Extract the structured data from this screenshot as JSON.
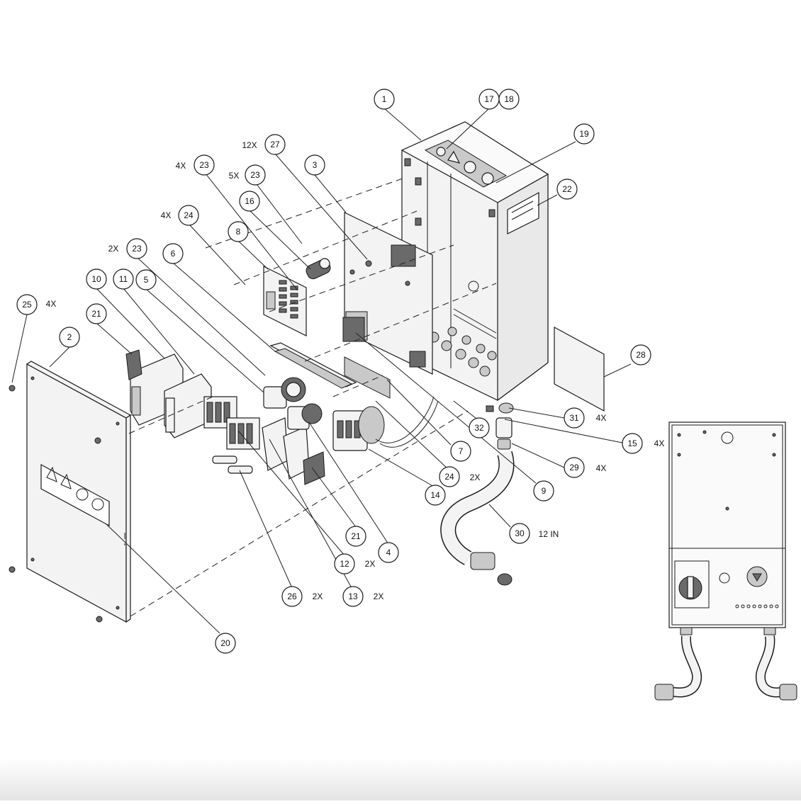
{
  "bubbles": [
    {
      "id": "b1",
      "label": "1"
    },
    {
      "id": "b17",
      "label": "17"
    },
    {
      "id": "b18",
      "label": "18"
    },
    {
      "id": "b19",
      "label": "19"
    },
    {
      "id": "b22",
      "label": "22"
    },
    {
      "id": "b27",
      "label": "27"
    },
    {
      "id": "b3",
      "label": "3"
    },
    {
      "id": "b23a",
      "label": "23"
    },
    {
      "id": "b23b",
      "label": "23"
    },
    {
      "id": "b16",
      "label": "16"
    },
    {
      "id": "b24a",
      "label": "24"
    },
    {
      "id": "b8",
      "label": "8"
    },
    {
      "id": "b23c",
      "label": "23"
    },
    {
      "id": "b6",
      "label": "6"
    },
    {
      "id": "b10",
      "label": "10"
    },
    {
      "id": "b11",
      "label": "11"
    },
    {
      "id": "b5",
      "label": "5"
    },
    {
      "id": "b25",
      "label": "25"
    },
    {
      "id": "b21a",
      "label": "21"
    },
    {
      "id": "b2",
      "label": "2"
    },
    {
      "id": "b28",
      "label": "28"
    },
    {
      "id": "b31",
      "label": "31"
    },
    {
      "id": "b15",
      "label": "15"
    },
    {
      "id": "b32",
      "label": "32"
    },
    {
      "id": "b7",
      "label": "7"
    },
    {
      "id": "b29",
      "label": "29"
    },
    {
      "id": "b24b",
      "label": "24"
    },
    {
      "id": "b9",
      "label": "9"
    },
    {
      "id": "b14",
      "label": "14"
    },
    {
      "id": "b30",
      "label": "30"
    },
    {
      "id": "b21b",
      "label": "21"
    },
    {
      "id": "b4",
      "label": "4"
    },
    {
      "id": "b12",
      "label": "12"
    },
    {
      "id": "b26",
      "label": "26"
    },
    {
      "id": "b13",
      "label": "13"
    },
    {
      "id": "b20",
      "label": "20"
    }
  ],
  "quantities": {
    "q27": "12X",
    "q23a": "4X",
    "q23b": "5X",
    "q24a": "4X",
    "q23c": "2X",
    "q25": "4X",
    "q31": "4X",
    "q15": "4X",
    "q29": "4X",
    "q24b": "2X",
    "q30": "12 IN",
    "q12": "2X",
    "q26": "2X",
    "q13": "2X"
  },
  "colors": {
    "line": "#1b1b1b",
    "fill_light": "#f3f3f3",
    "fill_mid": "#c9c9c9",
    "fill_dark": "#6a6a6a",
    "background": "#ffffff"
  },
  "icons": [
    "warning-triangle-icon",
    "electric-hazard-icon",
    "read-manual-icon",
    "no-access-icon"
  ]
}
